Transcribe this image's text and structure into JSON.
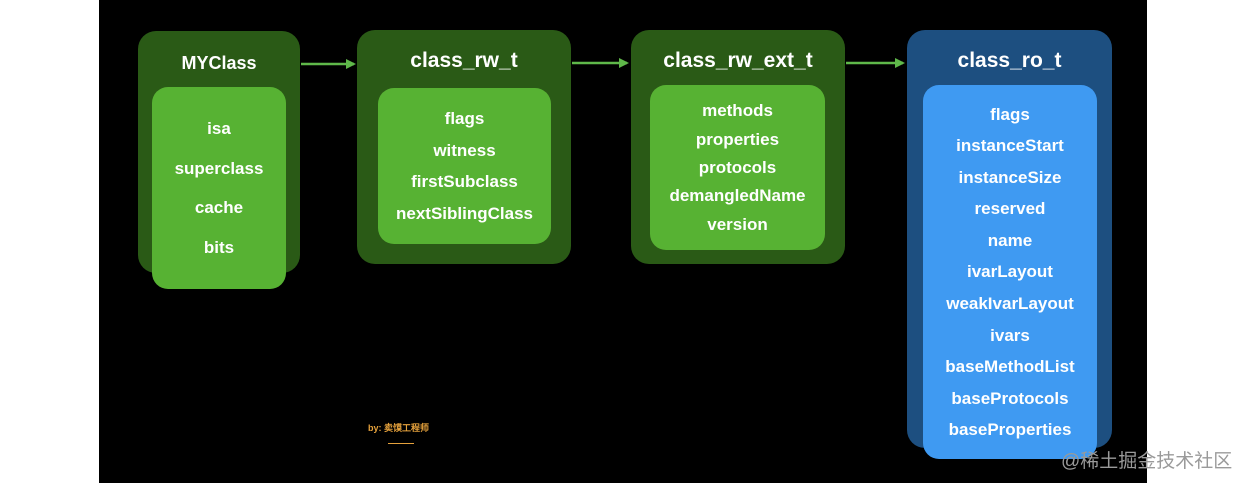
{
  "nodes": {
    "myclass": {
      "title": "MYClass",
      "fields": [
        "isa",
        "superclass",
        "cache",
        "bits"
      ]
    },
    "class_rw_t": {
      "title": "class_rw_t",
      "fields": [
        "flags",
        "witness",
        "firstSubclass",
        "nextSiblingClass"
      ]
    },
    "class_rw_ext_t": {
      "title": "class_rw_ext_t",
      "fields": [
        "methods",
        "properties",
        "protocols",
        "demangledName",
        "version"
      ]
    },
    "class_ro_t": {
      "title": "class_ro_t",
      "fields": [
        "flags",
        "instanceStart",
        "instanceSize",
        "reserved",
        "name",
        "ivarLayout",
        "weakIvarLayout",
        "ivars",
        "baseMethodList",
        "baseProtocols",
        "baseProperties"
      ]
    }
  },
  "edges": [
    {
      "from": "MYClass",
      "to": "class_rw_t"
    },
    {
      "from": "class_rw_t",
      "to": "class_rw_ext_t"
    },
    {
      "from": "class_rw_ext_t",
      "to": "class_ro_t"
    }
  ],
  "credit": "by: 卖馍工程师",
  "watermark": "@稀土掘金技术社区",
  "colors": {
    "background": "#000000",
    "green_outer": "#2a5a16",
    "green_inner": "#57b233",
    "blue_outer": "#1d4f80",
    "blue_inner": "#3f9af2",
    "arrow": "#5fb84a",
    "credit": "#e6a23c"
  }
}
